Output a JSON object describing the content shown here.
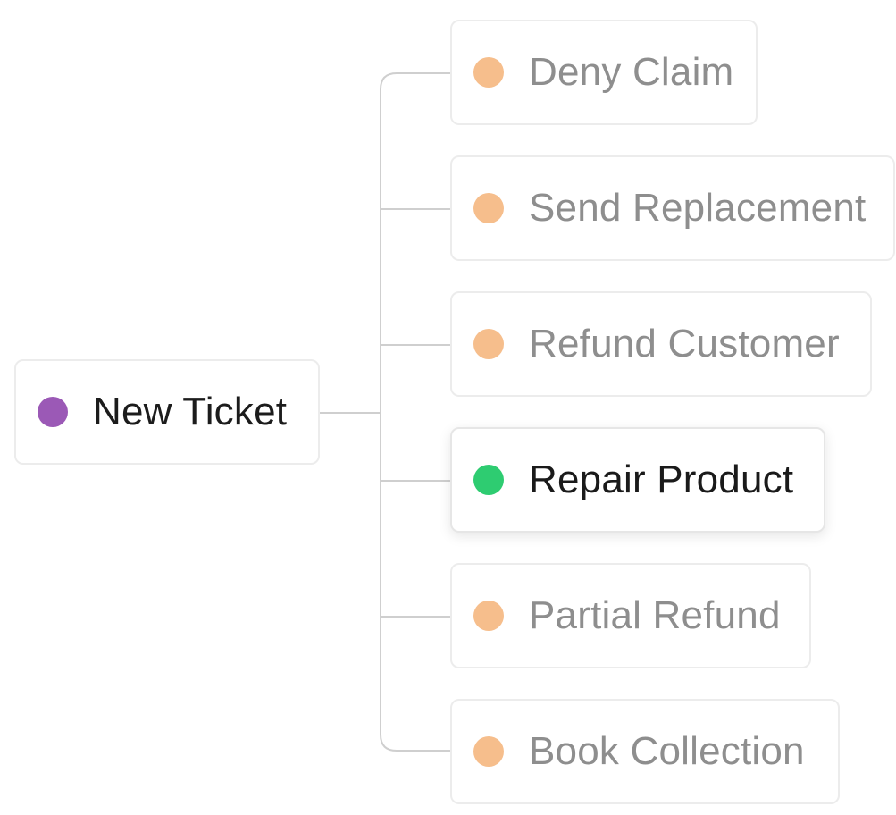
{
  "colors": {
    "root_dot": "#9b59b6",
    "pending_dot": "#f6be8c",
    "selected_dot": "#2ecc71",
    "connector": "#cfcfcf"
  },
  "root": {
    "label": "New Ticket",
    "status": "root"
  },
  "branches": [
    {
      "label": "Deny Claim",
      "status": "pending"
    },
    {
      "label": "Send Replacement",
      "status": "pending"
    },
    {
      "label": "Refund Customer",
      "status": "pending"
    },
    {
      "label": "Repair Product",
      "status": "selected"
    },
    {
      "label": "Partial Refund",
      "status": "pending"
    },
    {
      "label": "Book Collection",
      "status": "pending"
    }
  ]
}
